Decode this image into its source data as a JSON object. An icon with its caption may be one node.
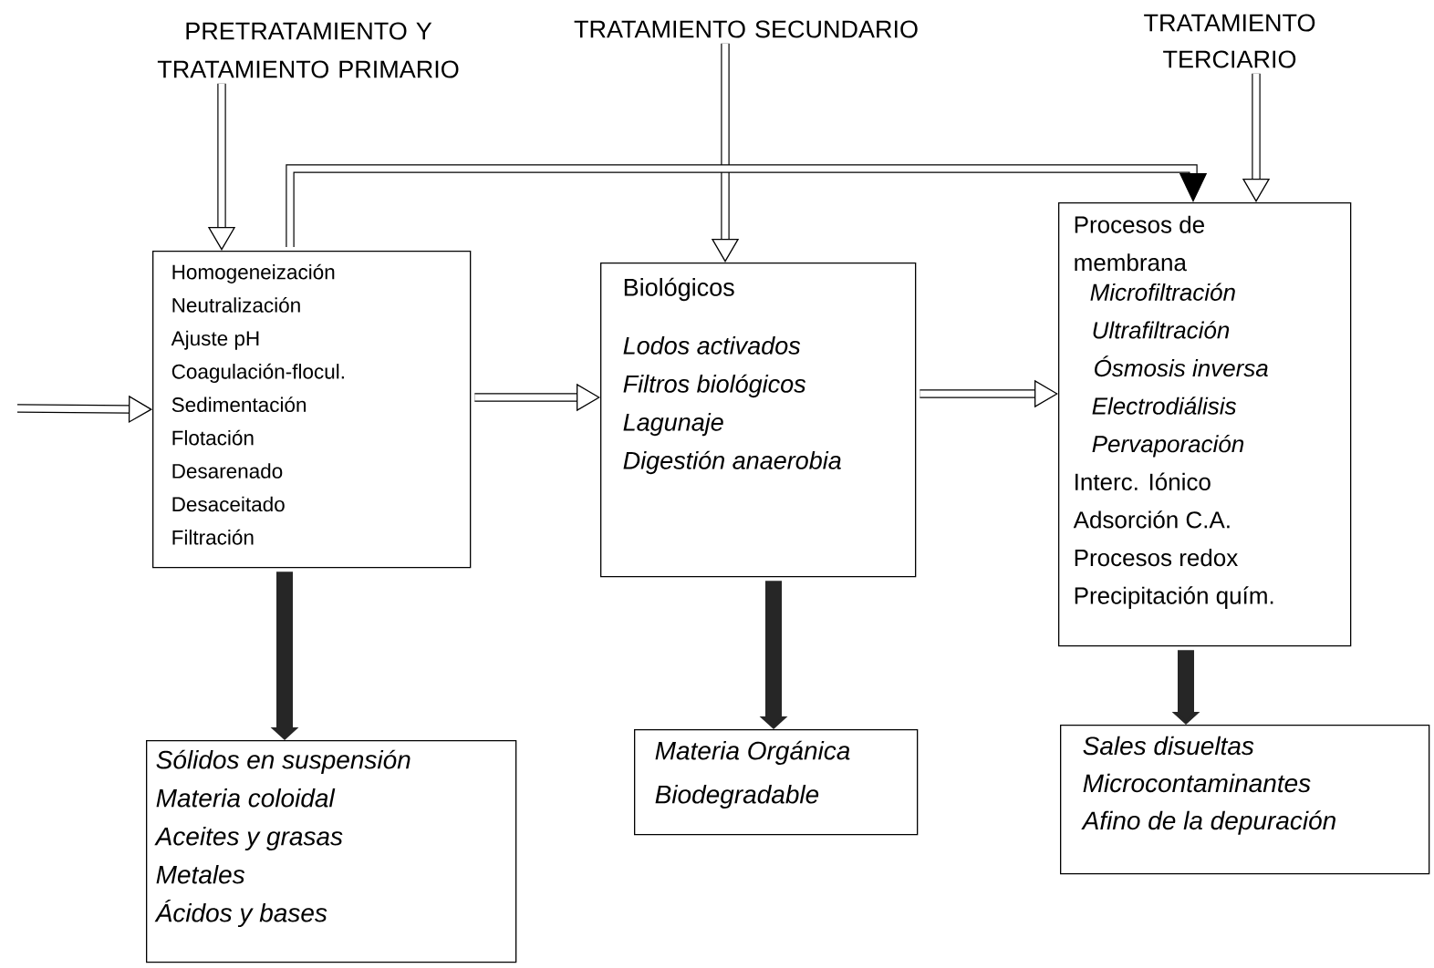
{
  "diagram": {
    "nodes": [
      {
        "text": [
          "PRETRATAMIENTO Y TRATAMIENTO PRIMARIO"
        ]
      },
      {
        "text": [
          "TRATAMIENTO SECUNDARIO"
        ]
      },
      {
        "text": [
          "TRATAMIENTO TERCIARIO"
        ]
      },
      {
        "text": [
          "Homogeneización",
          "Neutralización",
          "Ajuste pH",
          "Coagulación-flocul.",
          "Sedimentación",
          "Flotación",
          "Desarenado",
          "Desaceitado",
          "Filtración"
        ]
      },
      {
        "text": [
          "Biológicos",
          "Lodos activados",
          "Filtros biológicos",
          "Lagunaje",
          "Digestión anaerobia"
        ]
      },
      {
        "text": [
          "Procesos de membrana",
          "Microfiltración",
          "Ultrafiltración",
          "Ósmosis inversa",
          "Electrodiálisis",
          "Pervaporación",
          "Interc. Iónico",
          "Adsorción C.A.",
          "Procesos redox",
          "Precipitación quím."
        ]
      },
      {
        "text": [
          "Sólidos en suspensión",
          "Materia coloidal",
          "Aceites y grasas",
          "Metales",
          "Ácidos y bases"
        ]
      },
      {
        "text": [
          "Materia Orgánica",
          "Biodegradable"
        ]
      },
      {
        "text": [
          "Sales disueltas",
          "Microcontaminantes",
          "Afino de la depuración"
        ]
      }
    ],
    "edges": [
      {
        "from": null,
        "to": 3,
        "arrow": "to"
      },
      {
        "from": 0,
        "to": 3,
        "arrow": "to"
      },
      {
        "from": 1,
        "to": 4,
        "arrow": "to"
      },
      {
        "from": 2,
        "to": 5,
        "arrow": "to"
      },
      {
        "from": 3,
        "to": 4,
        "arrow": "to"
      },
      {
        "from": 4,
        "to": 5,
        "arrow": "to"
      },
      {
        "from": 3,
        "to": 5,
        "arrow": "to"
      },
      {
        "from": 3,
        "to": 6,
        "arrow": "to",
        "style": "thick"
      },
      {
        "from": 4,
        "to": 7,
        "arrow": "to",
        "style": "thick"
      },
      {
        "from": 5,
        "to": 8,
        "arrow": "to",
        "style": "thick"
      }
    ]
  }
}
